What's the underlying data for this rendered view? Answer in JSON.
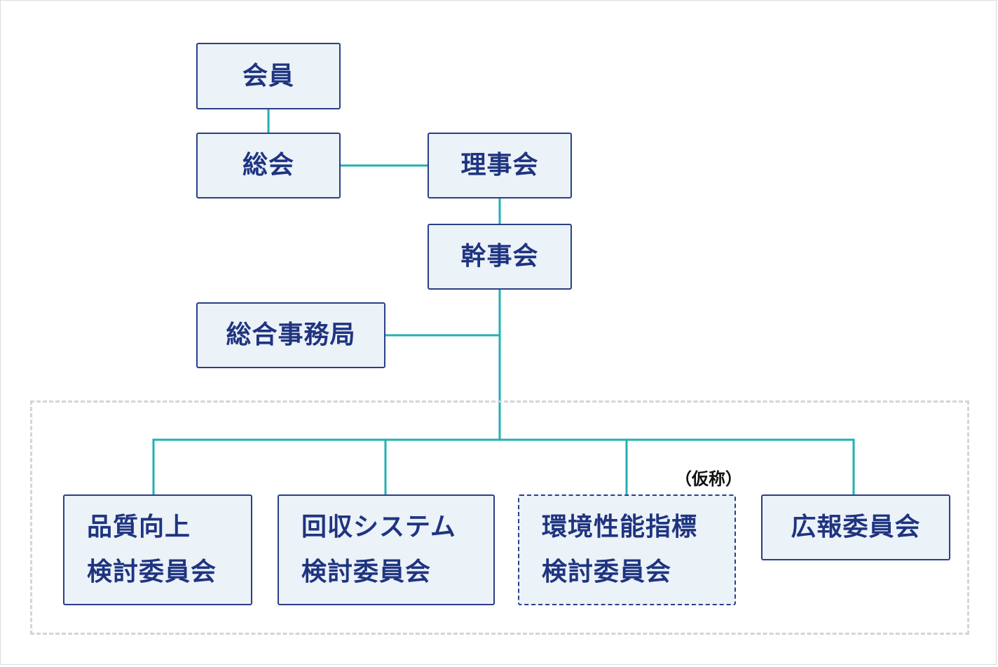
{
  "colors": {
    "node_fill": "#ebf2f8",
    "node_border": "#2a3f86",
    "node_text": "#1f3480",
    "connector": "#22b0b3",
    "group_border": "#d3d5d9"
  },
  "nodes": {
    "members": "会員",
    "general_assembly": "総会",
    "board_of_directors": "理事会",
    "executive_committee": "幹事会",
    "general_secretariat": "総合事務局",
    "quality_committee": [
      "品質向上",
      "検討委員会"
    ],
    "collection_system_committee": [
      "回収システム",
      "検討委員会"
    ],
    "environmental_committee": [
      "環境性能指標",
      "検討委員会"
    ],
    "pr_committee": "広報委員会"
  },
  "notes": {
    "provisional": "（仮称）"
  }
}
